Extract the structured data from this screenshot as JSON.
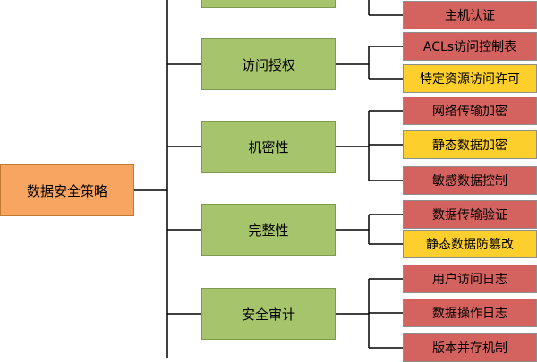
{
  "colors": {
    "root": "#f7a560",
    "category": "#a5c46b",
    "leaf_red": "#d4625e",
    "leaf_yellow": "#fccf2c",
    "line": "#000000"
  },
  "root": {
    "label": "数据安全策略"
  },
  "categories": [
    {
      "label": "",
      "children": [
        {
          "label": "主机认证",
          "color": "leaf_red"
        }
      ]
    },
    {
      "label": "访问授权",
      "children": [
        {
          "label": "ACLs访问控制表",
          "color": "leaf_red"
        },
        {
          "label": "特定资源访问许可",
          "color": "leaf_yellow"
        }
      ]
    },
    {
      "label": "机密性",
      "children": [
        {
          "label": "网络传输加密",
          "color": "leaf_red"
        },
        {
          "label": "静态数据加密",
          "color": "leaf_yellow"
        },
        {
          "label": "敏感数据控制",
          "color": "leaf_red"
        }
      ]
    },
    {
      "label": "完整性",
      "children": [
        {
          "label": "数据传输验证",
          "color": "leaf_red"
        },
        {
          "label": "静态数据防篡改",
          "color": "leaf_yellow"
        }
      ]
    },
    {
      "label": "安全审计",
      "children": [
        {
          "label": "用户访问日志",
          "color": "leaf_red"
        },
        {
          "label": "数据操作日志",
          "color": "leaf_red"
        },
        {
          "label": "版本并存机制",
          "color": "leaf_red"
        }
      ]
    }
  ]
}
